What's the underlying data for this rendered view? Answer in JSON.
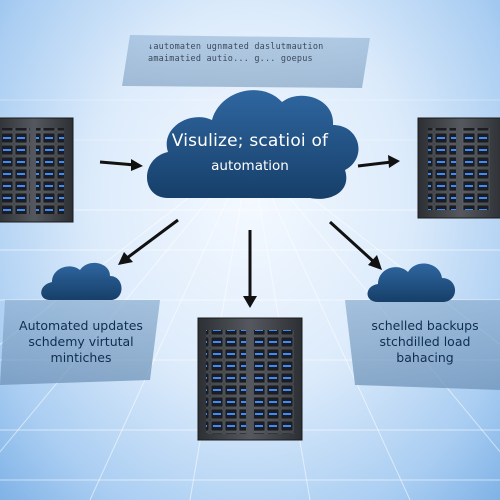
{
  "banner": {
    "line1": "↓automaten ugnmated daslutmaution",
    "line2": "amaimatied autio... g... goepus"
  },
  "center_cloud": {
    "title": "Visulize; scatioi of",
    "subtitle": "automation"
  },
  "left_node": {
    "line1": "Automated updates",
    "line2": "schdemy  virtutal",
    "line3": "mintiches"
  },
  "right_node": {
    "line1": "schelled backups",
    "line2": "stchdilled load",
    "line3": "bahacing"
  },
  "colors": {
    "cloud": "#1f4e7d",
    "arrow": "#111111",
    "panel": "#7f9fbf",
    "led": "#3d8bff",
    "server_body": "#4a4d52"
  }
}
